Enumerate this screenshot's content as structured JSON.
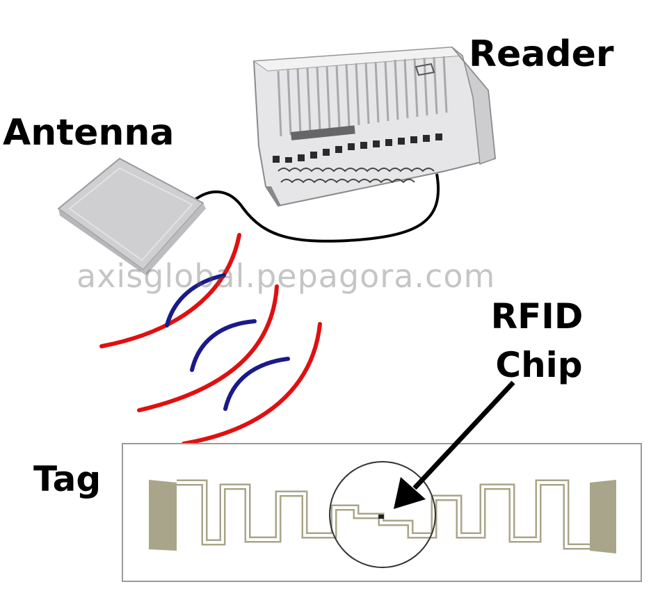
{
  "labels": {
    "reader": "Reader",
    "antenna": "Antenna",
    "rfid_line1": "RFID",
    "rfid_line2": "Chip",
    "tag": "Tag"
  },
  "watermark": "axisglobal.pepagora.com",
  "colors": {
    "wave_red": "#e01010",
    "wave_blue": "#1a1a8c",
    "antenna_body": "#cfcfd2",
    "reader_body": "#e6e6e8",
    "tag_coil": "#a9a58a",
    "cable": "#000000"
  }
}
